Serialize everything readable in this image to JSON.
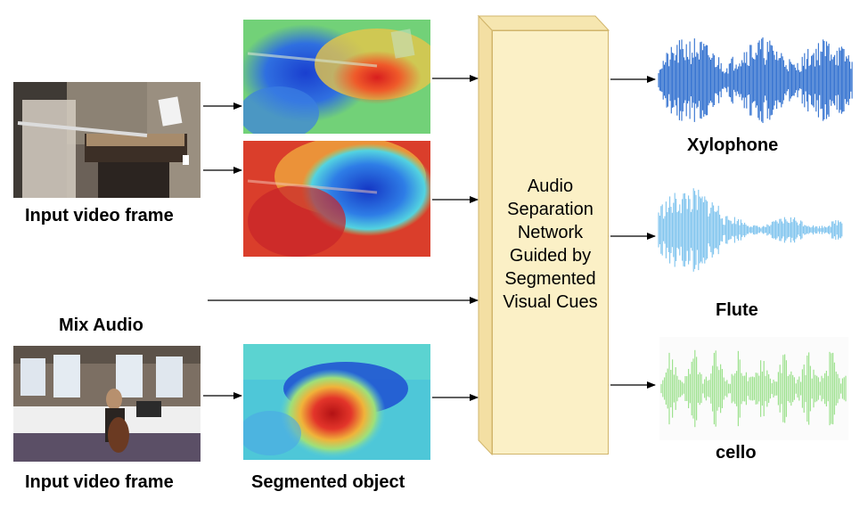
{
  "captions": {
    "input_frame_top": "Input video frame",
    "mix_audio": "Mix Audio",
    "input_frame_bottom": "Input video frame",
    "segmented_object": "Segmented object",
    "xylophone": "Xylophone",
    "flute": "Flute",
    "cello": "cello"
  },
  "network": {
    "lines": [
      "Audio",
      "Separation",
      "Network",
      "Guided by",
      "Segmented",
      "Visual Cues"
    ]
  },
  "colors": {
    "box_fill": "#fbf0c6",
    "box_border": "#d1b56b",
    "xylophone_wave": "#2f6fcf",
    "flute_wave": "#7ec3ee",
    "cello_wave": "#9ee28f",
    "arrow": "#000000"
  }
}
